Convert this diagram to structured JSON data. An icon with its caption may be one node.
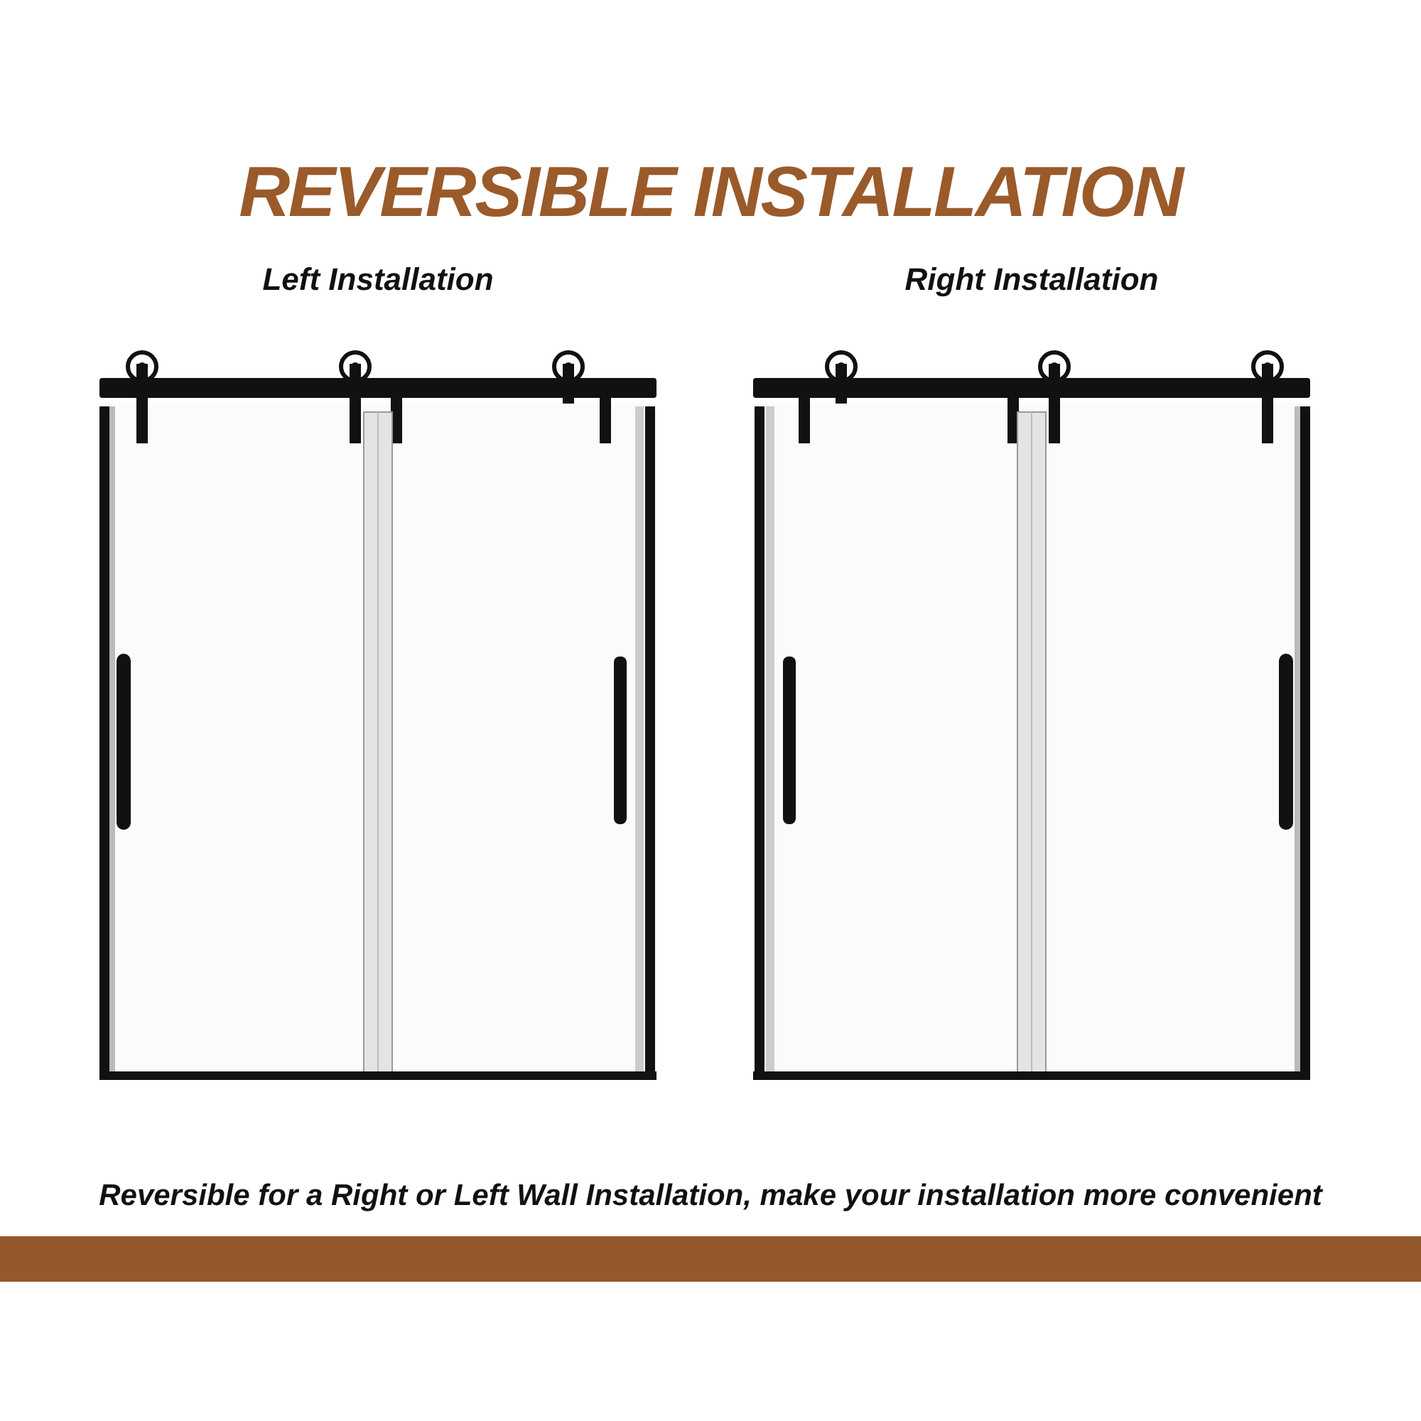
{
  "diagram": {
    "title": "REVERSIBLE INSTALLATION",
    "nodes": [
      {
        "text": [
          "Left Installation"
        ]
      },
      {
        "text": [
          "Right Installation"
        ]
      }
    ],
    "caption": "Reversible for a Right or Left Wall Installation, make your installation more convenient"
  }
}
